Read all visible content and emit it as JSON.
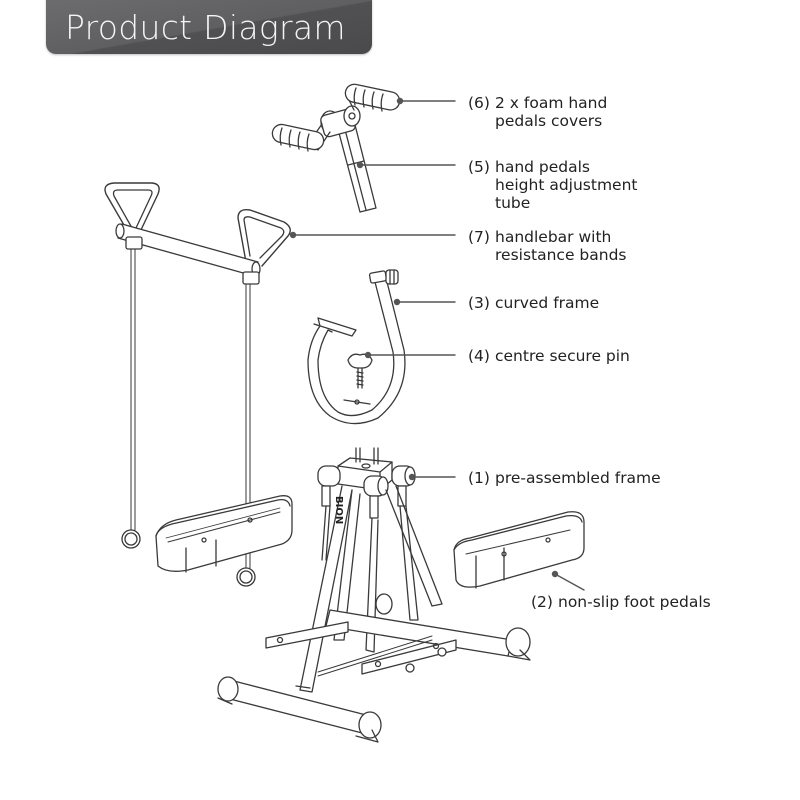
{
  "header": {
    "title": "Product Diagram"
  },
  "colors": {
    "banner": "#5f5f61",
    "line_art": "#3a3a3a",
    "leader": "#555555",
    "text": "#222222"
  },
  "brand_mark": "BION",
  "parts": [
    {
      "number": "(6)",
      "line1": "2 x foam hand",
      "line2": "pedals covers",
      "line3": ""
    },
    {
      "number": "(5)",
      "line1": "hand pedals",
      "line2": "height adjustment",
      "line3": "tube"
    },
    {
      "number": "(7)",
      "line1": "handlebar with",
      "line2": "resistance bands",
      "line3": ""
    },
    {
      "number": "(3)",
      "line1": "curved frame",
      "line2": "",
      "line3": ""
    },
    {
      "number": "(4)",
      "line1": "centre secure pin",
      "line2": "",
      "line3": ""
    },
    {
      "number": "(1)",
      "line1": "pre-assembled frame",
      "line2": "",
      "line3": ""
    },
    {
      "number": "(2)",
      "line1": "non-slip foot pedals",
      "line2": "",
      "line3": ""
    }
  ]
}
